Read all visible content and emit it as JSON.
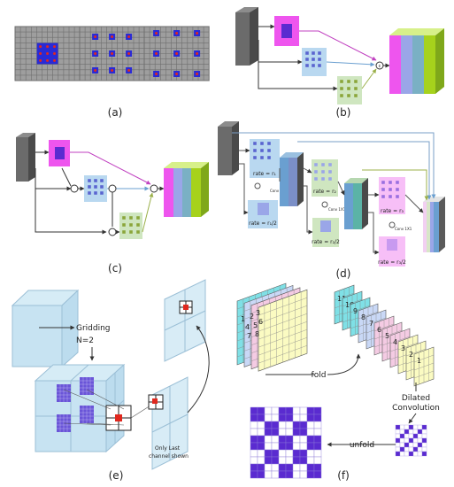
{
  "panels": {
    "a": {
      "caption": "(a)"
    },
    "b": {
      "caption": "(b)"
    },
    "c": {
      "caption": "(c)"
    },
    "d": {
      "caption": "(d)",
      "labels": {
        "rate_r1": "rate = r₁",
        "rate_r1_half": "rate = r₁/2",
        "rate_r2": "rate = r₂",
        "rate_r2_half": "rate = r₂/2",
        "rate_r3": "rate = r₃",
        "rate_r3_half": "rate = r₃/2",
        "conv1x1": "Conv 1X1"
      }
    },
    "e": {
      "caption": "(e)",
      "gridding": "Gridding",
      "n_value": "N=2",
      "only_last_line1": "Only Last",
      "only_last_line2": "channel shown"
    },
    "f": {
      "caption": "(f)",
      "fold": "fold",
      "unfold": "unfold",
      "dilated_line1": "Dilated",
      "dilated_line2": "Convolution",
      "stack_digits": [
        "1",
        "2",
        "3",
        "4",
        "5",
        "6",
        "7",
        "8",
        "9",
        "10",
        "11"
      ],
      "front_digits": [
        "1",
        "2",
        "3",
        "4",
        "5",
        "6",
        "7",
        "8"
      ]
    }
  },
  "colors": {
    "grid_cell": "#9e9e9e",
    "grid_line": "#6e6e6e",
    "dot_red": "#e0281e",
    "dot_blue": "#2a2ad6",
    "magenta": "#ee55ee",
    "pink_bg": "#f7bff7",
    "blue_bg": "#b9d8f0",
    "green_bg": "#cfe6c0",
    "olive": "#b5c44a",
    "lime": "#a6d21c",
    "teal": "#5bb3a6",
    "purple": "#5a2bd0",
    "yellow": "#fbfbc2",
    "cyan": "#7fe0e6",
    "feature_dark": "#5c5c5c"
  }
}
